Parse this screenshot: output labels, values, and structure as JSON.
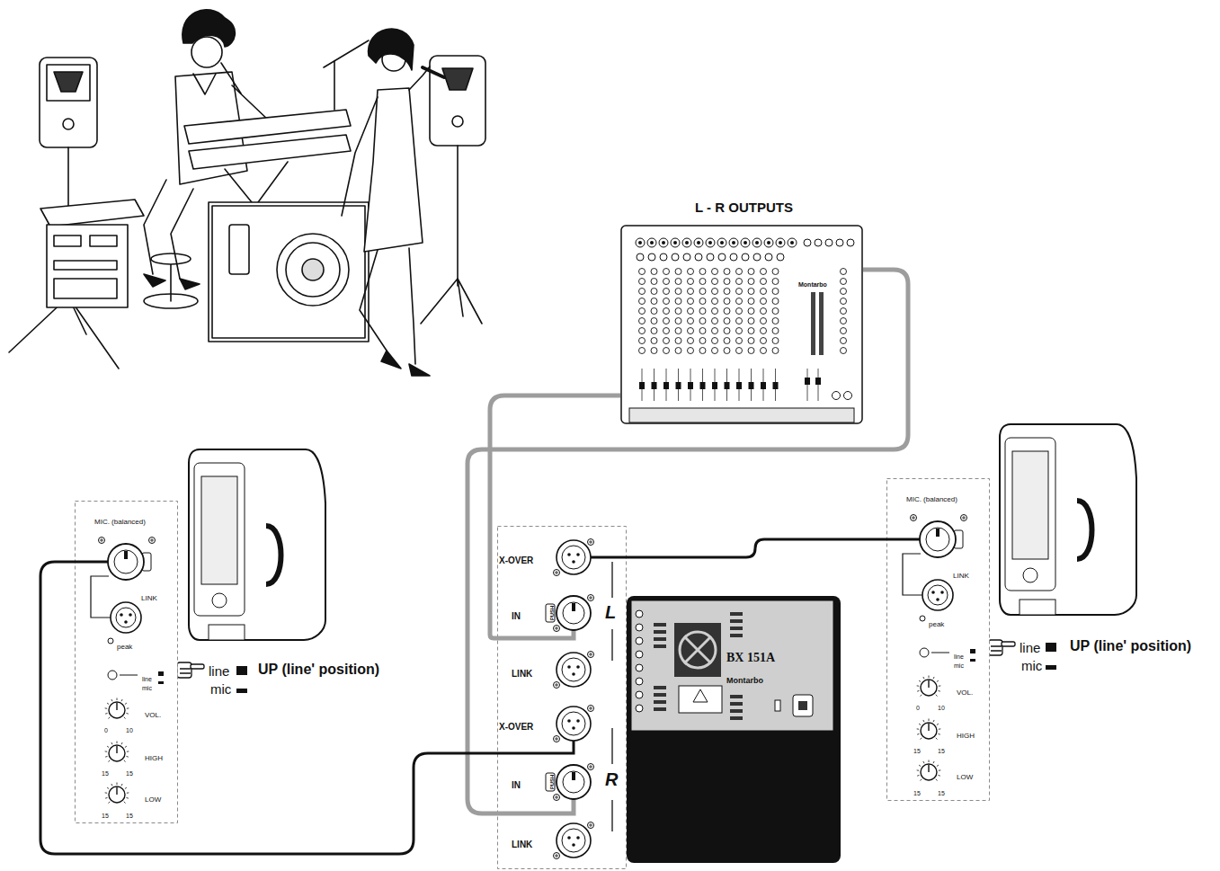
{
  "diagram": {
    "nodes": [
      {
        "text": [
          "L - R OUTPUTS",
          "Montarbo"
        ]
      },
      {
        "text": [
          "X-OVER",
          "IN",
          "PUSH",
          "L",
          "LINK",
          "X-OVER",
          "IN",
          "PUSH",
          "R",
          "LINK"
        ]
      },
      {
        "text": [
          "BX 151A",
          "Montarbo"
        ]
      },
      {
        "text": [
          "MIC. (balanced)",
          "LINK",
          "peak",
          "line",
          "mic",
          "VOL.",
          "0",
          "10",
          "HIGH",
          "15",
          "15",
          "LOW",
          "15",
          "15"
        ]
      },
      {
        "text": [
          "MIC. (balanced)",
          "LINK",
          "peak",
          "line",
          "mic",
          "VOL.",
          "0",
          "10",
          "HIGH",
          "15",
          "15",
          "LOW",
          "15",
          "15"
        ]
      }
    ],
    "edges": [
      {
        "from": 0,
        "to": 1,
        "arrow": "none"
      },
      {
        "from": 0,
        "to": 1,
        "arrow": "none"
      },
      {
        "from": 1,
        "to": 4,
        "arrow": "none"
      },
      {
        "from": 1,
        "to": 3,
        "arrow": "none"
      }
    ],
    "labels": [
      "line",
      "UP (line' position)",
      "mic",
      "line",
      "UP (line' position)",
      "mic"
    ]
  }
}
